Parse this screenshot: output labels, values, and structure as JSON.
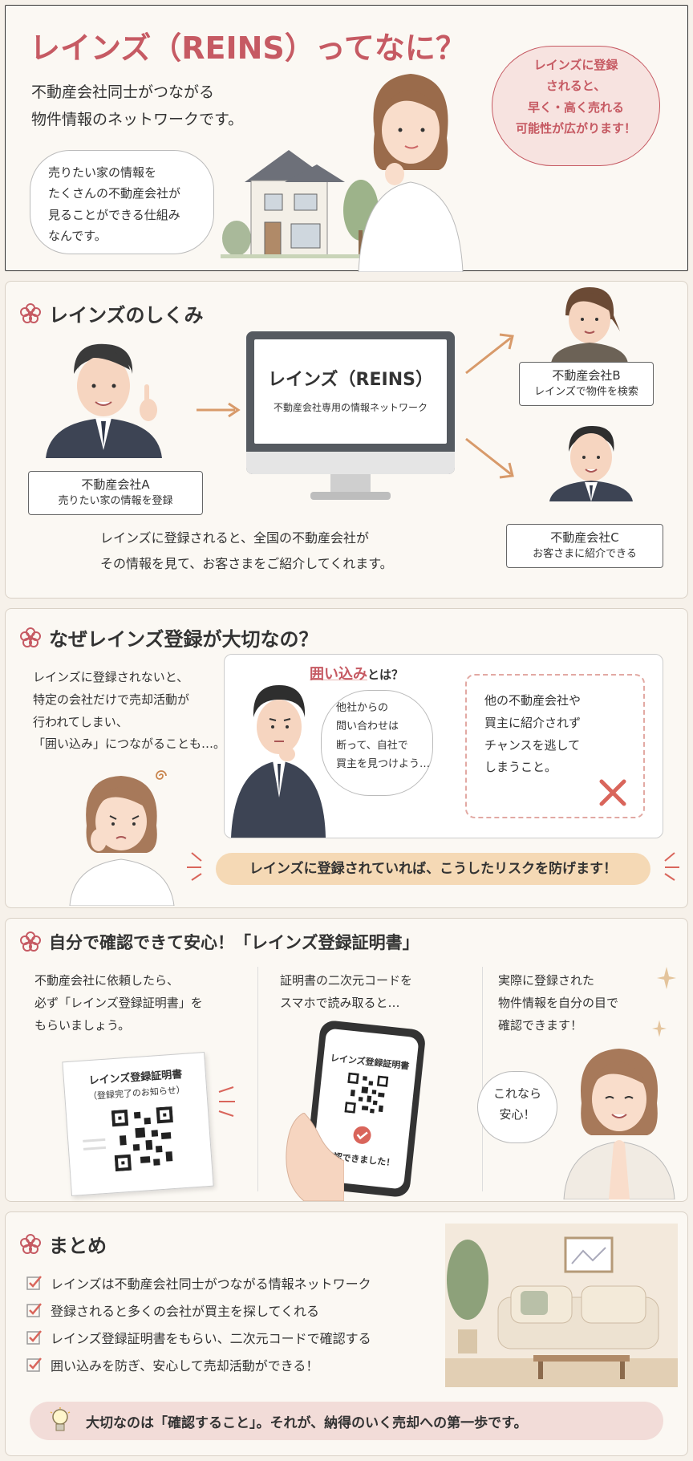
{
  "hero": {
    "title": "レインズ（REINS）ってなに？",
    "intro_line1": "不動産会社同士がつながる",
    "intro_line2": "物件情報のネットワークです。",
    "bubble_left": [
      "売りたい家の情報を",
      "たくさんの不動産会社が",
      "見ることができる仕組み",
      "なんです。"
    ],
    "bubble_right": [
      "レインズに登録",
      "されると、",
      "早く・高く売れる",
      "可能性が広がります！"
    ]
  },
  "mechanism": {
    "title": "レインズのしくみ",
    "monitor_title": "レインズ（REINS）",
    "monitor_sub": "不動産会社専用の情報ネットワーク",
    "company_a_name": "不動産会社A",
    "company_a_desc": "売りたい家の情報を登録",
    "company_b_name": "不動産会社B",
    "company_b_desc": "レインズで物件を検索",
    "company_c_name": "不動産会社C",
    "company_c_desc": "お客さまに紹介できる",
    "caption_line1": "レインズに登録されると、全国の不動産会社が",
    "caption_line2": "その情報を見て、お客さまをご紹介してくれます。"
  },
  "importance": {
    "title": "なぜレインズ登録が大切なの？",
    "left_text": [
      "レインズに登録されないと、",
      "特定の会社だけで売却活動が",
      "行われてしまい、",
      "「囲い込み」につながることも…。"
    ],
    "kakoikomi_term": "囲い込み",
    "kakoikomi_suffix": "とは？",
    "agent_bubble": [
      "他社からの",
      "問い合わせは",
      "断って、自社で",
      "買主を見つけよう…"
    ],
    "definition": [
      "他の不動産会社や",
      "買主に紹介されず",
      "チャンスを逃して",
      "しまうこと。"
    ],
    "banner": "レインズに登録されていれば、こうしたリスクを防げます！"
  },
  "certificate": {
    "title": "自分で確認できて安心！「レインズ登録証明書」",
    "col1_text": [
      "不動産会社に依頼したら、",
      "必ず「レインズ登録証明書」を",
      "もらいましょう。"
    ],
    "cert_title": "レインズ登録証明書",
    "cert_sub": "（登録完了のお知らせ）",
    "col2_text": [
      "証明書の二次元コードを",
      "スマホで読み取ると…"
    ],
    "phone_title": "レインズ登録証明書",
    "phone_confirm": "確認できました！",
    "col3_text": [
      "実際に登録された",
      "物件情報を自分の目で",
      "確認できます！"
    ],
    "woman_bubble": [
      "これなら",
      "安心！"
    ]
  },
  "summary": {
    "title": "まとめ",
    "items": [
      "レインズは不動産会社同士がつながる情報ネットワーク",
      "登録されると多くの会社が買主を探してくれる",
      "レインズ登録証明書をもらい、二次元コードで確認する",
      "囲い込みを防ぎ、安心して売却活動ができる！"
    ],
    "footer": "大切なのは「確認すること」。それが、納得のいく売却への第一歩です。"
  },
  "colors": {
    "accent_red": "#c65a63",
    "pink_bubble": "#f7e3e0",
    "banner_orange": "#f5d9b5",
    "suit_navy": "#3d4454"
  }
}
